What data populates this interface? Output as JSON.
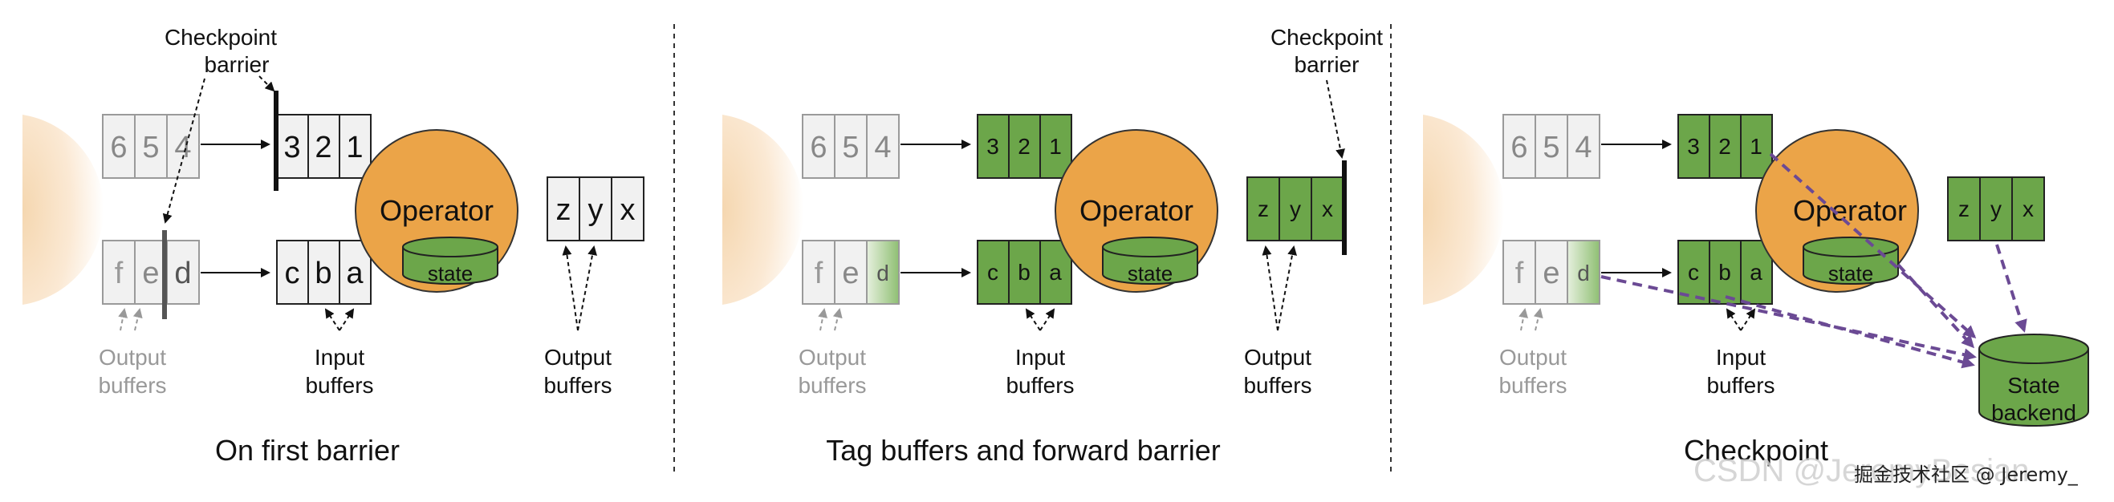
{
  "panels": [
    {
      "caption": "On first barrier",
      "top_buffer": [
        "6",
        "5",
        "4"
      ],
      "bottom_buffer": [
        "f",
        "e",
        "d"
      ],
      "input_top": [
        "3",
        "2",
        "1"
      ],
      "input_bottom": [
        "c",
        "b",
        "a"
      ],
      "output": [
        "z",
        "y",
        "x"
      ],
      "operator": "Operator",
      "state": "state",
      "barrier_label_line1": "Checkpoint",
      "barrier_label_line2": "barrier",
      "left_label_line1": "Output",
      "left_label_line2": "buffers",
      "input_label_line1": "Input",
      "input_label_line2": "buffers",
      "output_label_line1": "Output",
      "output_label_line2": "buffers"
    },
    {
      "caption": "Tag buffers and forward barrier",
      "top_buffer": [
        "6",
        "5",
        "4"
      ],
      "bottom_buffer": [
        "f",
        "e",
        "d"
      ],
      "input_top": [
        "3",
        "2",
        "1"
      ],
      "input_bottom": [
        "c",
        "b",
        "a"
      ],
      "output": [
        "z",
        "y",
        "x"
      ],
      "operator": "Operator",
      "state": "state",
      "barrier_label_line1": "Checkpoint",
      "barrier_label_line2": "barrier",
      "left_label_line1": "Output",
      "left_label_line2": "buffers",
      "input_label_line1": "Input",
      "input_label_line2": "buffers",
      "output_label_line1": "Output",
      "output_label_line2": "buffers"
    },
    {
      "caption": "Checkpoint",
      "top_buffer": [
        "6",
        "5",
        "4"
      ],
      "bottom_buffer": [
        "f",
        "e",
        "d"
      ],
      "input_top": [
        "3",
        "2",
        "1"
      ],
      "input_bottom": [
        "c",
        "b",
        "a"
      ],
      "output": [
        "z",
        "y",
        "x"
      ],
      "operator": "Operator",
      "state": "state",
      "left_label_line1": "Output",
      "left_label_line2": "buffers",
      "input_label_line1": "Input",
      "input_label_line2": "buffers",
      "backend_line1": "State",
      "backend_line2": "backend"
    }
  ],
  "watermark": {
    "csdn": "CSDN @JeremyBesian",
    "juejin": "掘金技术社区 @ Jeremy_"
  },
  "colors": {
    "operator": "#eba448",
    "green": "#6ca64a",
    "arrow_purple": "#6b4a94",
    "grey_box": "#f0f0f0"
  }
}
